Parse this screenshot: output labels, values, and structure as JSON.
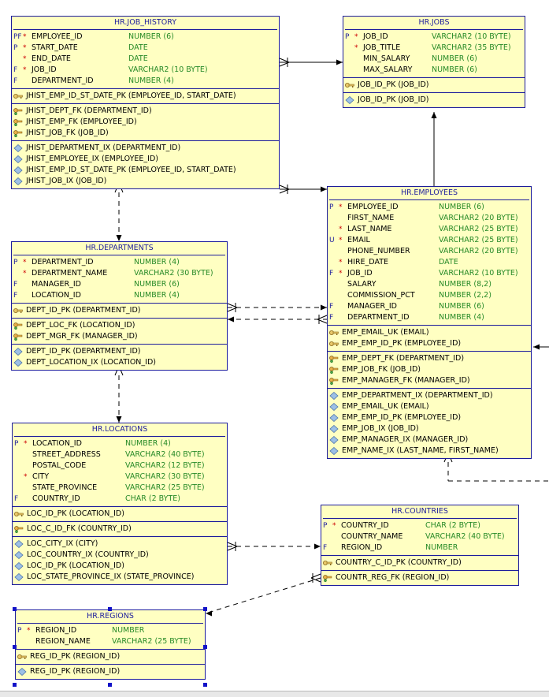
{
  "tables": [
    {
      "key": "job_history",
      "title": "HR.JOB_HISTORY",
      "columns": [
        {
          "flag": "PF",
          "req": true,
          "name": "EMPLOYEE_ID",
          "type": "NUMBER (6)"
        },
        {
          "flag": "P",
          "req": true,
          "name": "START_DATE",
          "type": "DATE"
        },
        {
          "flag": "",
          "req": true,
          "name": "END_DATE",
          "type": "DATE"
        },
        {
          "flag": "F",
          "req": true,
          "name": "JOB_ID",
          "type": "VARCHAR2 (10 BYTE)"
        },
        {
          "flag": "F",
          "req": false,
          "name": "DEPARTMENT_ID",
          "type": "NUMBER (4)"
        }
      ],
      "pk": [
        "JHIST_EMP_ID_ST_DATE_PK (EMPLOYEE_ID, START_DATE)"
      ],
      "fk": [
        "JHIST_DEPT_FK (DEPARTMENT_ID)",
        "JHIST_EMP_FK (EMPLOYEE_ID)",
        "JHIST_JOB_FK (JOB_ID)"
      ],
      "idx": [
        "JHIST_DEPARTMENT_IX (DEPARTMENT_ID)",
        "JHIST_EMPLOYEE_IX (EMPLOYEE_ID)",
        "JHIST_EMP_ID_ST_DATE_PK (EMPLOYEE_ID, START_DATE)",
        "JHIST_JOB_IX (JOB_ID)"
      ]
    },
    {
      "key": "jobs",
      "title": "HR.JOBS",
      "columns": [
        {
          "flag": "P",
          "req": true,
          "name": "JOB_ID",
          "type": "VARCHAR2 (10 BYTE)"
        },
        {
          "flag": "",
          "req": true,
          "name": "JOB_TITLE",
          "type": "VARCHAR2 (35 BYTE)"
        },
        {
          "flag": "",
          "req": false,
          "name": "MIN_SALARY",
          "type": "NUMBER (6)"
        },
        {
          "flag": "",
          "req": false,
          "name": "MAX_SALARY",
          "type": "NUMBER (6)"
        }
      ],
      "pk": [
        "JOB_ID_PK (JOB_ID)"
      ],
      "fk": [],
      "idx": [
        "JOB_ID_PK (JOB_ID)"
      ]
    },
    {
      "key": "employees",
      "title": "HR.EMPLOYEES",
      "columns": [
        {
          "flag": "P",
          "req": true,
          "name": "EMPLOYEE_ID",
          "type": "NUMBER (6)"
        },
        {
          "flag": "",
          "req": false,
          "name": "FIRST_NAME",
          "type": "VARCHAR2 (20 BYTE)"
        },
        {
          "flag": "",
          "req": true,
          "name": "LAST_NAME",
          "type": "VARCHAR2 (25 BYTE)"
        },
        {
          "flag": "U",
          "req": true,
          "name": "EMAIL",
          "type": "VARCHAR2 (25 BYTE)"
        },
        {
          "flag": "",
          "req": false,
          "name": "PHONE_NUMBER",
          "type": "VARCHAR2 (20 BYTE)"
        },
        {
          "flag": "",
          "req": true,
          "name": "HIRE_DATE",
          "type": "DATE"
        },
        {
          "flag": "F",
          "req": true,
          "name": "JOB_ID",
          "type": "VARCHAR2 (10 BYTE)"
        },
        {
          "flag": "",
          "req": false,
          "name": "SALARY",
          "type": "NUMBER (8,2)"
        },
        {
          "flag": "",
          "req": false,
          "name": "COMMISSION_PCT",
          "type": "NUMBER (2,2)"
        },
        {
          "flag": "F",
          "req": false,
          "name": "MANAGER_ID",
          "type": "NUMBER (6)"
        },
        {
          "flag": "F",
          "req": false,
          "name": "DEPARTMENT_ID",
          "type": "NUMBER (4)"
        }
      ],
      "pk": [
        "EMP_EMAIL_UK (EMAIL)",
        "EMP_EMP_ID_PK (EMPLOYEE_ID)"
      ],
      "fk": [
        "EMP_DEPT_FK (DEPARTMENT_ID)",
        "EMP_JOB_FK (JOB_ID)",
        "EMP_MANAGER_FK (MANAGER_ID)"
      ],
      "idx": [
        "EMP_DEPARTMENT_IX (DEPARTMENT_ID)",
        "EMP_EMAIL_UK (EMAIL)",
        "EMP_EMP_ID_PK (EMPLOYEE_ID)",
        "EMP_JOB_IX (JOB_ID)",
        "EMP_MANAGER_IX (MANAGER_ID)",
        "EMP_NAME_IX (LAST_NAME, FIRST_NAME)"
      ]
    },
    {
      "key": "departments",
      "title": "HR.DEPARTMENTS",
      "columns": [
        {
          "flag": "P",
          "req": true,
          "name": "DEPARTMENT_ID",
          "type": "NUMBER (4)"
        },
        {
          "flag": "",
          "req": true,
          "name": "DEPARTMENT_NAME",
          "type": "VARCHAR2 (30 BYTE)"
        },
        {
          "flag": "F",
          "req": false,
          "name": "MANAGER_ID",
          "type": "NUMBER (6)"
        },
        {
          "flag": "F",
          "req": false,
          "name": "LOCATION_ID",
          "type": "NUMBER (4)"
        }
      ],
      "pk": [
        "DEPT_ID_PK (DEPARTMENT_ID)"
      ],
      "fk": [
        "DEPT_LOC_FK (LOCATION_ID)",
        "DEPT_MGR_FK (MANAGER_ID)"
      ],
      "idx": [
        "DEPT_ID_PK (DEPARTMENT_ID)",
        "DEPT_LOCATION_IX (LOCATION_ID)"
      ]
    },
    {
      "key": "locations",
      "title": "HR.LOCATIONS",
      "columns": [
        {
          "flag": "P",
          "req": true,
          "name": "LOCATION_ID",
          "type": "NUMBER (4)"
        },
        {
          "flag": "",
          "req": false,
          "name": "STREET_ADDRESS",
          "type": "VARCHAR2 (40 BYTE)"
        },
        {
          "flag": "",
          "req": false,
          "name": "POSTAL_CODE",
          "type": "VARCHAR2 (12 BYTE)"
        },
        {
          "flag": "",
          "req": true,
          "name": "CITY",
          "type": "VARCHAR2 (30 BYTE)"
        },
        {
          "flag": "",
          "req": false,
          "name": "STATE_PROVINCE",
          "type": "VARCHAR2 (25 BYTE)"
        },
        {
          "flag": "F",
          "req": false,
          "name": "COUNTRY_ID",
          "type": "CHAR (2 BYTE)"
        }
      ],
      "pk": [
        "LOC_ID_PK (LOCATION_ID)"
      ],
      "fk": [
        "LOC_C_ID_FK (COUNTRY_ID)"
      ],
      "idx": [
        "LOC_CITY_IX (CITY)",
        "LOC_COUNTRY_IX (COUNTRY_ID)",
        "LOC_ID_PK (LOCATION_ID)",
        "LOC_STATE_PROVINCE_IX (STATE_PROVINCE)"
      ]
    },
    {
      "key": "countries",
      "title": "HR.COUNTRIES",
      "columns": [
        {
          "flag": "P",
          "req": true,
          "name": "COUNTRY_ID",
          "type": "CHAR (2 BYTE)"
        },
        {
          "flag": "",
          "req": false,
          "name": "COUNTRY_NAME",
          "type": "VARCHAR2 (40 BYTE)"
        },
        {
          "flag": "F",
          "req": false,
          "name": "REGION_ID",
          "type": "NUMBER"
        }
      ],
      "pk": [
        "COUNTRY_C_ID_PK (COUNTRY_ID)"
      ],
      "fk": [
        "COUNTR_REG_FK (REGION_ID)"
      ],
      "idx": []
    },
    {
      "key": "regions",
      "title": "HR.REGIONS",
      "columns": [
        {
          "flag": "P",
          "req": true,
          "name": "REGION_ID",
          "type": "NUMBER"
        },
        {
          "flag": "",
          "req": false,
          "name": "REGION_NAME",
          "type": "VARCHAR2 (25 BYTE)"
        }
      ],
      "pk": [
        "REG_ID_PK (REGION_ID)"
      ],
      "fk": [],
      "idx": [
        "REG_ID_PK (REGION_ID)"
      ]
    }
  ],
  "colors": {
    "box_fill": "#ffffc2",
    "border": "#1c1c9c",
    "type_text": "#278a27",
    "required_mark": "#cc0000",
    "selection": "#1212c8"
  }
}
